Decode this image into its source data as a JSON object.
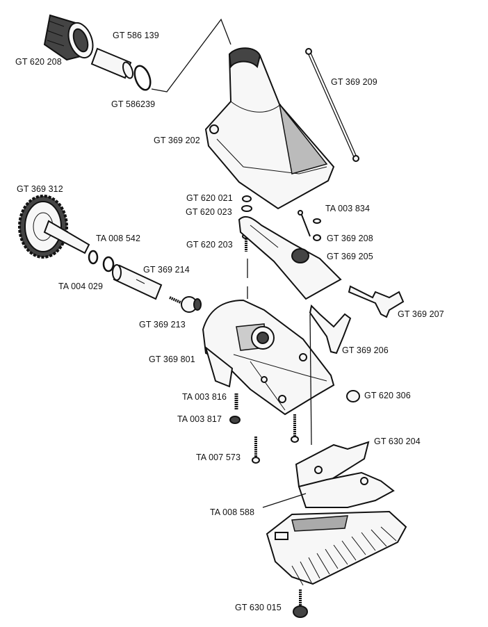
{
  "labels": {
    "gt620208": "GT 620 208",
    "gt586139": "GT 586 139",
    "gt586239": "GT 586239",
    "gt369209": "GT 369 209",
    "gt369202": "GT 369 202",
    "gt620021": "GT 620 021",
    "gt620023": "GT 620 023",
    "ta003834": "TA 003 834",
    "gt369312": "GT 369 312",
    "gt369208": "GT 369 208",
    "ta008542": "TA 008 542",
    "gt620203": "GT 620 203",
    "gt369205": "GT 369 205",
    "gt369214": "GT 369 214",
    "ta004029": "TA 004 029",
    "gt369207": "GT 369 207",
    "gt369213": "GT 369 213",
    "gt369206": "GT 369 206",
    "gt369801": "GT 369 801",
    "ta003816": "TA 003 816",
    "gt620306": "GT 620 306",
    "ta003817": "TA 003 817",
    "gt630204": "GT 630 204",
    "ta007573": "TA 007 573",
    "ta008588": "TA 008 588",
    "gt630015": "GT 630 015"
  }
}
